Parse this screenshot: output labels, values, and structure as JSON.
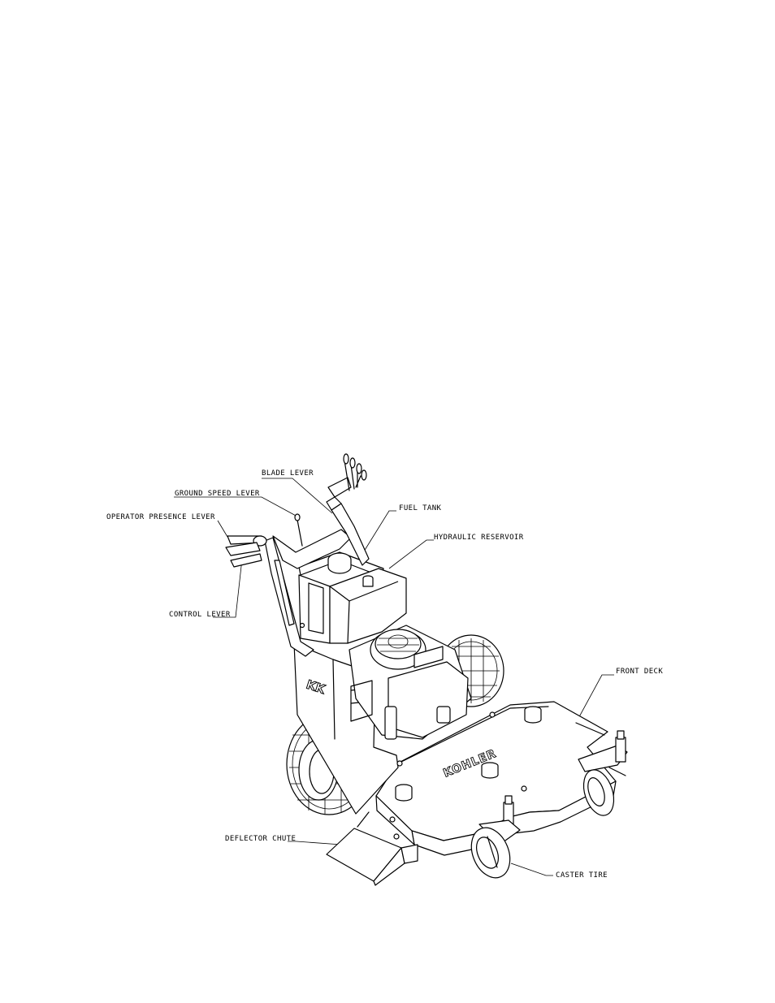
{
  "diagram": {
    "labels": {
      "blade_lever": "BLADE LEVER",
      "ground_speed_lever": "GROUND SPEED LEVER",
      "operator_presence_lever": "OPERATOR PRESENCE LEVER",
      "fuel_tank": "FUEL TANK",
      "hydraulic_reservoir": "HYDRAULIC RESERVOIR",
      "control_lever": "CONTROL LEVER",
      "front_deck": "FRONT DECK",
      "deflector_chute": "DEFLECTOR CHUTE",
      "caster_tire": "CASTER TIRE"
    },
    "logos": {
      "frame_badge": "KK",
      "deck_brand": "KOHLER"
    }
  }
}
